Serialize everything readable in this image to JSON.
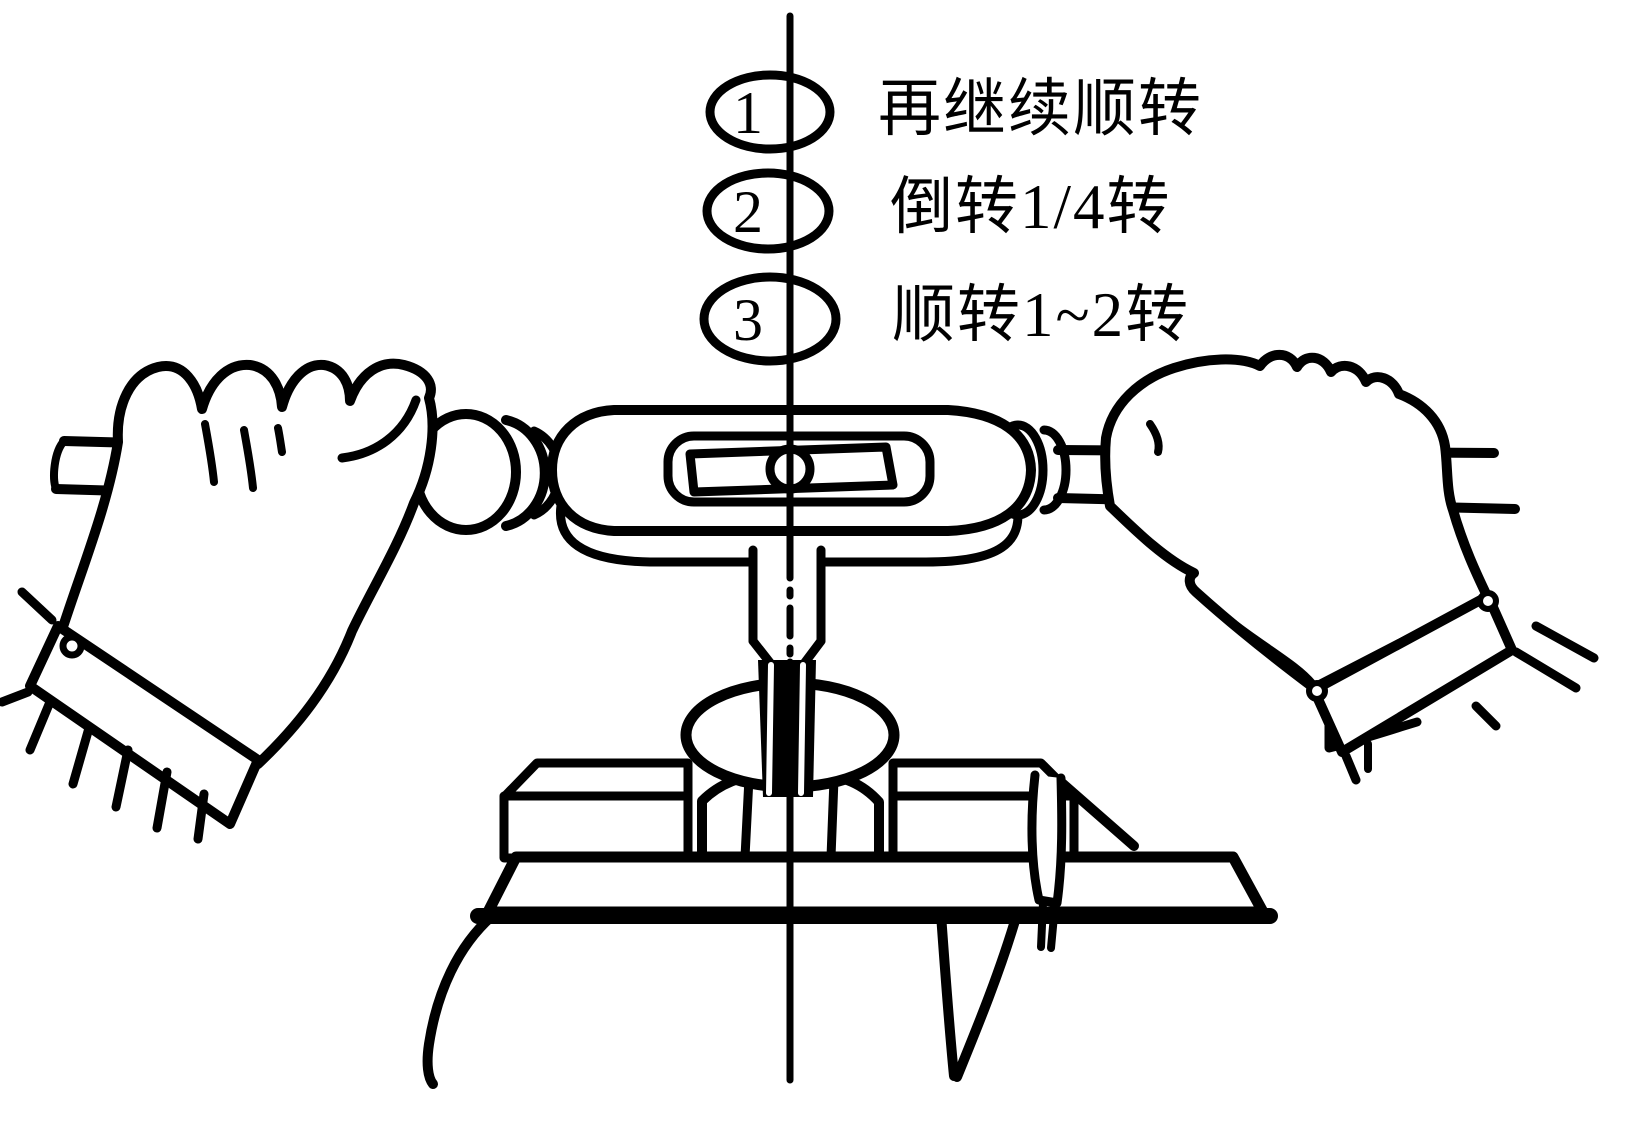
{
  "steps": [
    {
      "number": "1",
      "label": "再继续顺转"
    },
    {
      "number": "2",
      "label": "倒转1/4转"
    },
    {
      "number": "3",
      "label": "顺转1~2转"
    }
  ],
  "colors": {
    "ink": "#000000",
    "paper": "#ffffff"
  }
}
